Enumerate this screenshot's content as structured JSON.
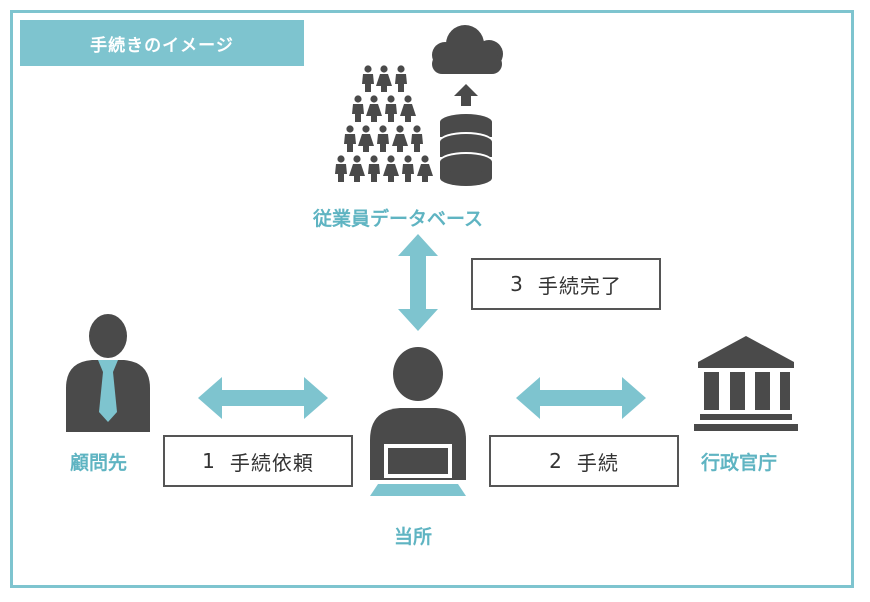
{
  "title": "手続きのイメージ",
  "nodes": {
    "database": "従業員データベース",
    "client": "顧問先",
    "office": "当所",
    "government": "行政官庁"
  },
  "steps": [
    {
      "number": "1",
      "label": "手続依頼"
    },
    {
      "number": "2",
      "label": "手続"
    },
    {
      "number": "3",
      "label": "手続完了"
    }
  ],
  "colors": {
    "accent": "#7ec4cf",
    "label": "#5fb4c2",
    "icon": "#4a4a4a"
  },
  "icons": [
    "people-crowd-icon",
    "cloud-icon",
    "upload-arrow-icon",
    "database-icon",
    "businessman-icon",
    "laptop-user-icon",
    "government-building-icon"
  ]
}
